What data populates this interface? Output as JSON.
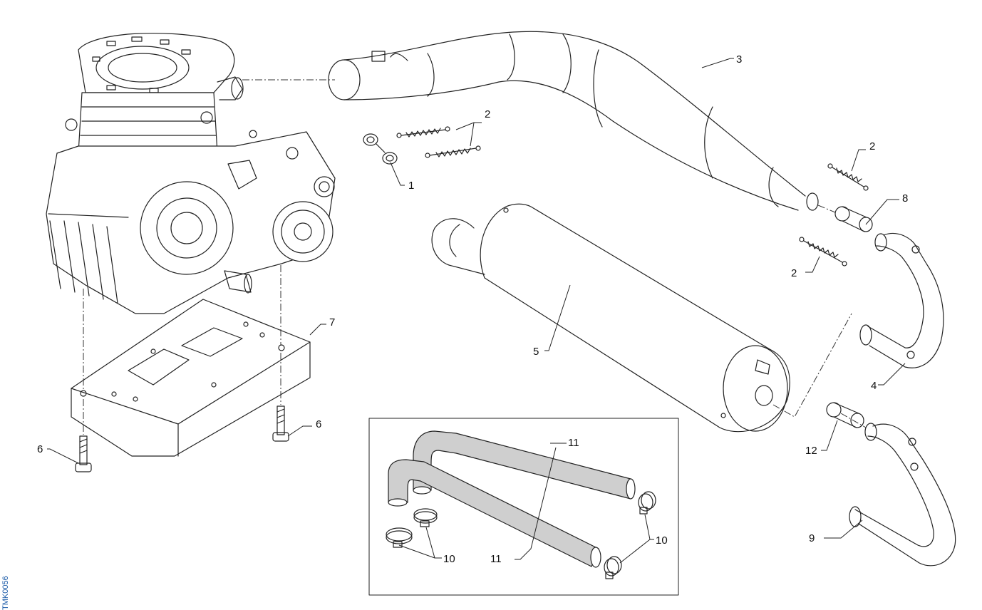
{
  "callouts": [
    {
      "key": "c1",
      "text": "1"
    },
    {
      "key": "c2a",
      "text": "2"
    },
    {
      "key": "c2b",
      "text": "2"
    },
    {
      "key": "c2c",
      "text": "2"
    },
    {
      "key": "c3",
      "text": "3"
    },
    {
      "key": "c4",
      "text": "4"
    },
    {
      "key": "c5",
      "text": "5"
    },
    {
      "key": "c6a",
      "text": "6"
    },
    {
      "key": "c6b",
      "text": "6"
    },
    {
      "key": "c7",
      "text": "7"
    },
    {
      "key": "c8",
      "text": "8"
    },
    {
      "key": "c9",
      "text": "9"
    },
    {
      "key": "c10a",
      "text": "10"
    },
    {
      "key": "c10b",
      "text": "10"
    },
    {
      "key": "c11a",
      "text": "11"
    },
    {
      "key": "c11b",
      "text": "11"
    },
    {
      "key": "c12",
      "text": "12"
    }
  ],
  "figure_code": "TMK0056",
  "colors": {
    "line": "#222222",
    "hose": "#cfcfcf",
    "code": "#1a5aa8"
  }
}
